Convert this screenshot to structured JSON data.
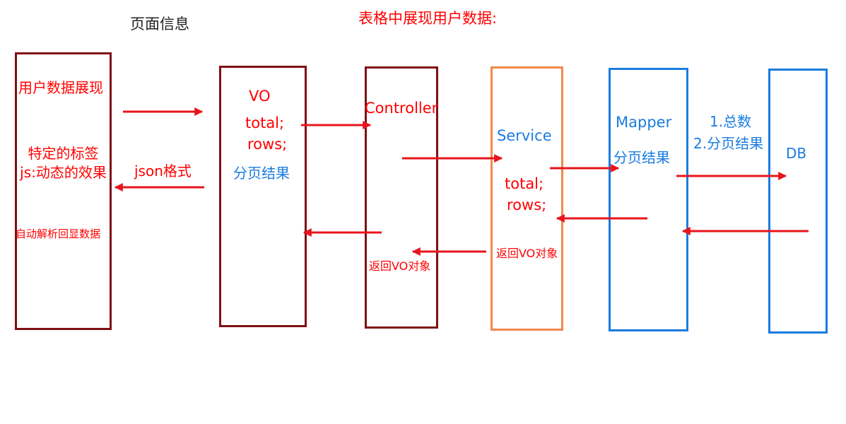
{
  "colors": {
    "dark_red": "#7f0f14",
    "red": "#ff0000",
    "orange": "#f08a4b",
    "blue": "#1a7ce0",
    "arrow": "#e8141c"
  },
  "headers": {
    "page_info": "页面信息",
    "table_user_data": "表格中展现用户数据:"
  },
  "page": {
    "line1": "用户数据展现",
    "line2": "特定的标签",
    "line3": "js:动态的效果",
    "line4": "自动解析回显数据"
  },
  "json_format": "json格式",
  "vo": {
    "title": "VO",
    "field_total": "total;",
    "field_rows": "rows;",
    "paging_result": "分页结果"
  },
  "controller": {
    "title": "Controller",
    "return_vo": "返回VO对象"
  },
  "service": {
    "title": "Service",
    "field_total": "total;",
    "field_rows": "rows;",
    "return_vo": "返回VO对象"
  },
  "mapper": {
    "title": "Mapper",
    "paging_result": "分页结果",
    "query_1": "1.总数",
    "query_2": "2.分页结果"
  },
  "db": {
    "title": "DB"
  }
}
